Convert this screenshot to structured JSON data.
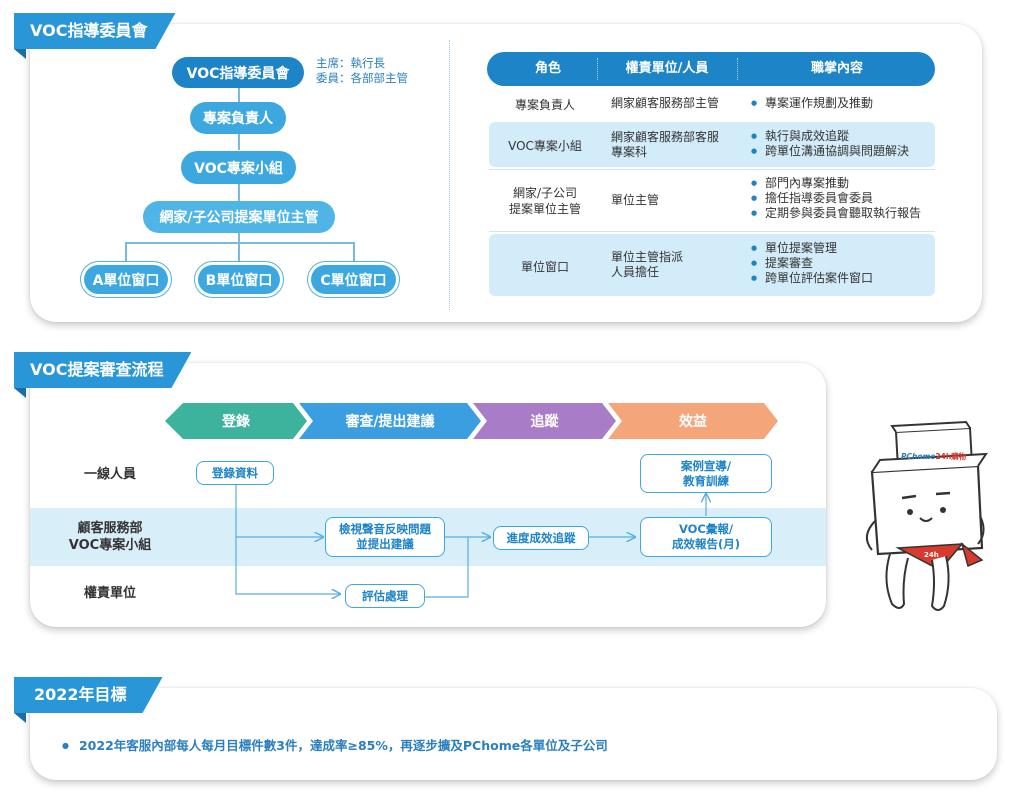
{
  "committee": {
    "tab_title": "VOC指導委員會",
    "nodes": {
      "top": "VOC指導委員會",
      "owner": "專案負責人",
      "team": "VOC專案小組",
      "supervisor": "網家/子公司提案單位主管",
      "windows": [
        "A單位窗口",
        "B單位窗口",
        "C單位窗口"
      ]
    },
    "note_lines": [
      "主席：執行長",
      "委員：各部部主管"
    ],
    "table": {
      "headers": [
        "角色",
        "權責單位/人員",
        "職掌內容"
      ],
      "rows": [
        {
          "role": [
            "專案負責人"
          ],
          "unit": [
            "網家顧客服務部主管"
          ],
          "duties": [
            "專案運作規劃及推動"
          ]
        },
        {
          "role": [
            "VOC專案小組"
          ],
          "unit": [
            "網家顧客服務部客服",
            "專案科"
          ],
          "duties": [
            "執行與成效追蹤",
            "跨單位溝通協調與問題解決"
          ]
        },
        {
          "role": [
            "網家/子公司",
            "提案單位主管"
          ],
          "unit": [
            "單位主管"
          ],
          "duties": [
            "部門內專案推動",
            "擔任指導委員會委員",
            "定期參與委員會聽取執行報告"
          ]
        },
        {
          "role": [
            "單位窗口"
          ],
          "unit": [
            "單位主管指派",
            "人員擔任"
          ],
          "duties": [
            "單位提案管理",
            "提案審查",
            "跨單位評估案件窗口"
          ]
        }
      ]
    }
  },
  "flow": {
    "tab_title": "VOC提案審查流程",
    "stages": [
      {
        "label": "登錄",
        "color": "#3db39e"
      },
      {
        "label": "審查/提出建議",
        "color": "#3a9ee0"
      },
      {
        "label": "追蹤",
        "color": "#a87cc6"
      },
      {
        "label": "效益",
        "color": "#f5a57a"
      }
    ],
    "rows": [
      [
        "一線人員"
      ],
      [
        "顧客服務部",
        "VOC專案小組"
      ],
      [
        "權責單位"
      ]
    ],
    "boxes": {
      "register": [
        "登錄資料"
      ],
      "review": [
        "檢視聲音反映問題",
        "並提出建議"
      ],
      "evaluate": [
        "評估處理"
      ],
      "track": [
        "進度成效追蹤"
      ],
      "report": [
        "VOC彙報/",
        "成效報告(月)"
      ],
      "promote": [
        "案例宣導/",
        "教育訓練"
      ]
    }
  },
  "goal": {
    "tab_title": "2022年目標",
    "text": "2022年客服內部每人每月目標件數3件，達成率≥85%，再逐步擴及PChome各單位及子公司"
  },
  "mascot": {
    "brand_text": "PChome",
    "logo_text": "24h購物",
    "scarf_text": "24h",
    "icon": "box-mascot-icon"
  }
}
